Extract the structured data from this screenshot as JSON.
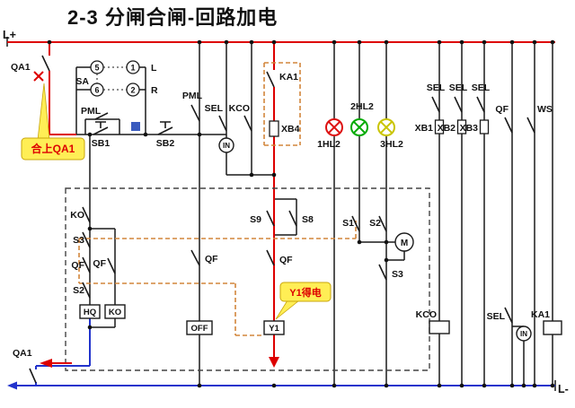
{
  "title": "2-3  分闸合闸-回路加电",
  "rails": {
    "positive": "L+",
    "negative": "L-"
  },
  "breaker": {
    "name": "QA1"
  },
  "callouts": {
    "close_qa1": "合上QA1",
    "y1_energized": "Y1得电"
  },
  "selector": {
    "name": "SA",
    "left_pair": {
      "from": "5",
      "to": "1",
      "dir": "L"
    },
    "right_pair": {
      "from": "6",
      "to": "2",
      "dir": "R"
    }
  },
  "labels": {
    "pml": "PML",
    "sb1": "SB1",
    "sb2": "SB2",
    "sel": "SEL",
    "kco": "KCO",
    "in": "IN",
    "ka1": "KA1",
    "xb1": "XB1",
    "xb2": "XB2",
    "xb3": "XB3",
    "xb4": "XB4",
    "qf": "QF",
    "ws": "WS",
    "ko": "KO",
    "hq": "HQ",
    "off": "OFF",
    "y1": "Y1",
    "m": "M",
    "s1": "S1",
    "s2": "S2",
    "s3": "S3",
    "s8": "S8",
    "s9": "S9"
  },
  "lamps": [
    {
      "label": "1HL2",
      "color": "#dd1111"
    },
    {
      "label": "2HL2",
      "color": "#00aa00"
    },
    {
      "label": "3HL2",
      "color": "#c9c400"
    }
  ],
  "colors": {
    "wire": "#1a1a1a",
    "positive": "#dd0000",
    "negative": "#2233cc",
    "linkage": "#d2863c",
    "callout_bg": "#ffee55",
    "callout_border": "#c9a50a",
    "callout_text": "#dd0000",
    "indicator_square": "#3a5bbf"
  }
}
